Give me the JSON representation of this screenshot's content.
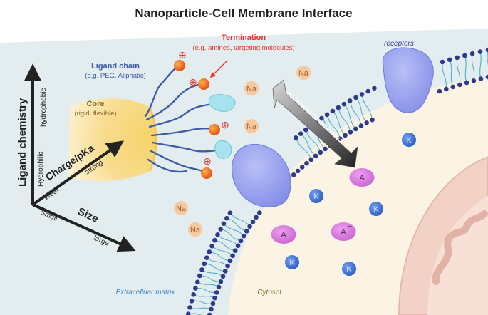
{
  "title": "Nanoparticle-Cell Membrane Interface",
  "axes": {
    "ligand_chemistry": "Ligand chemistry",
    "hydrophobic": "hydrophobic",
    "hydrophilic": "Hydrophilic",
    "charge": "Charge/pKa",
    "weak": "Weak",
    "strong": "strong",
    "size": "Size",
    "small": "Small",
    "large": "large"
  },
  "core": {
    "label": "Core",
    "sublabel": "(rigid, flexible)"
  },
  "ligand": {
    "label": "Ligand chain",
    "sublabel": "(e.g. PEG, Aliphatic)"
  },
  "termination": {
    "label": "Termination",
    "sublabel": "(e.g. amines, targeting molecules)"
  },
  "membrane": {
    "receptors": "receptors",
    "transmembrane": "transmembrane potential",
    "extracellular": "Extracelluar matrix",
    "cytosol": "Cytosol"
  },
  "ions": {
    "na": "Na",
    "k": "K",
    "anion": "A"
  },
  "charge_symbols": {
    "plus": "⊕",
    "minus": "−"
  },
  "colors": {
    "title": "#222222",
    "ligand_blue": "#3b5ba5",
    "termination_red": "#e0362a",
    "core_label": "#8a6a2c",
    "membrane_head": "#2e3a8c",
    "lipid_tail": "#4fb3c4",
    "receptor": "#9aa3f0",
    "na_ion": "#f6c9a0",
    "k_ion": "#3f74d6",
    "anion": "#d27bd8",
    "cytosol": "#fbf3e3",
    "extracellular": "#e3ecef",
    "mitochondria": "#f2d2c6",
    "extracellular_text": "#3a88c8",
    "cytosol_text": "#8a6a2c"
  }
}
